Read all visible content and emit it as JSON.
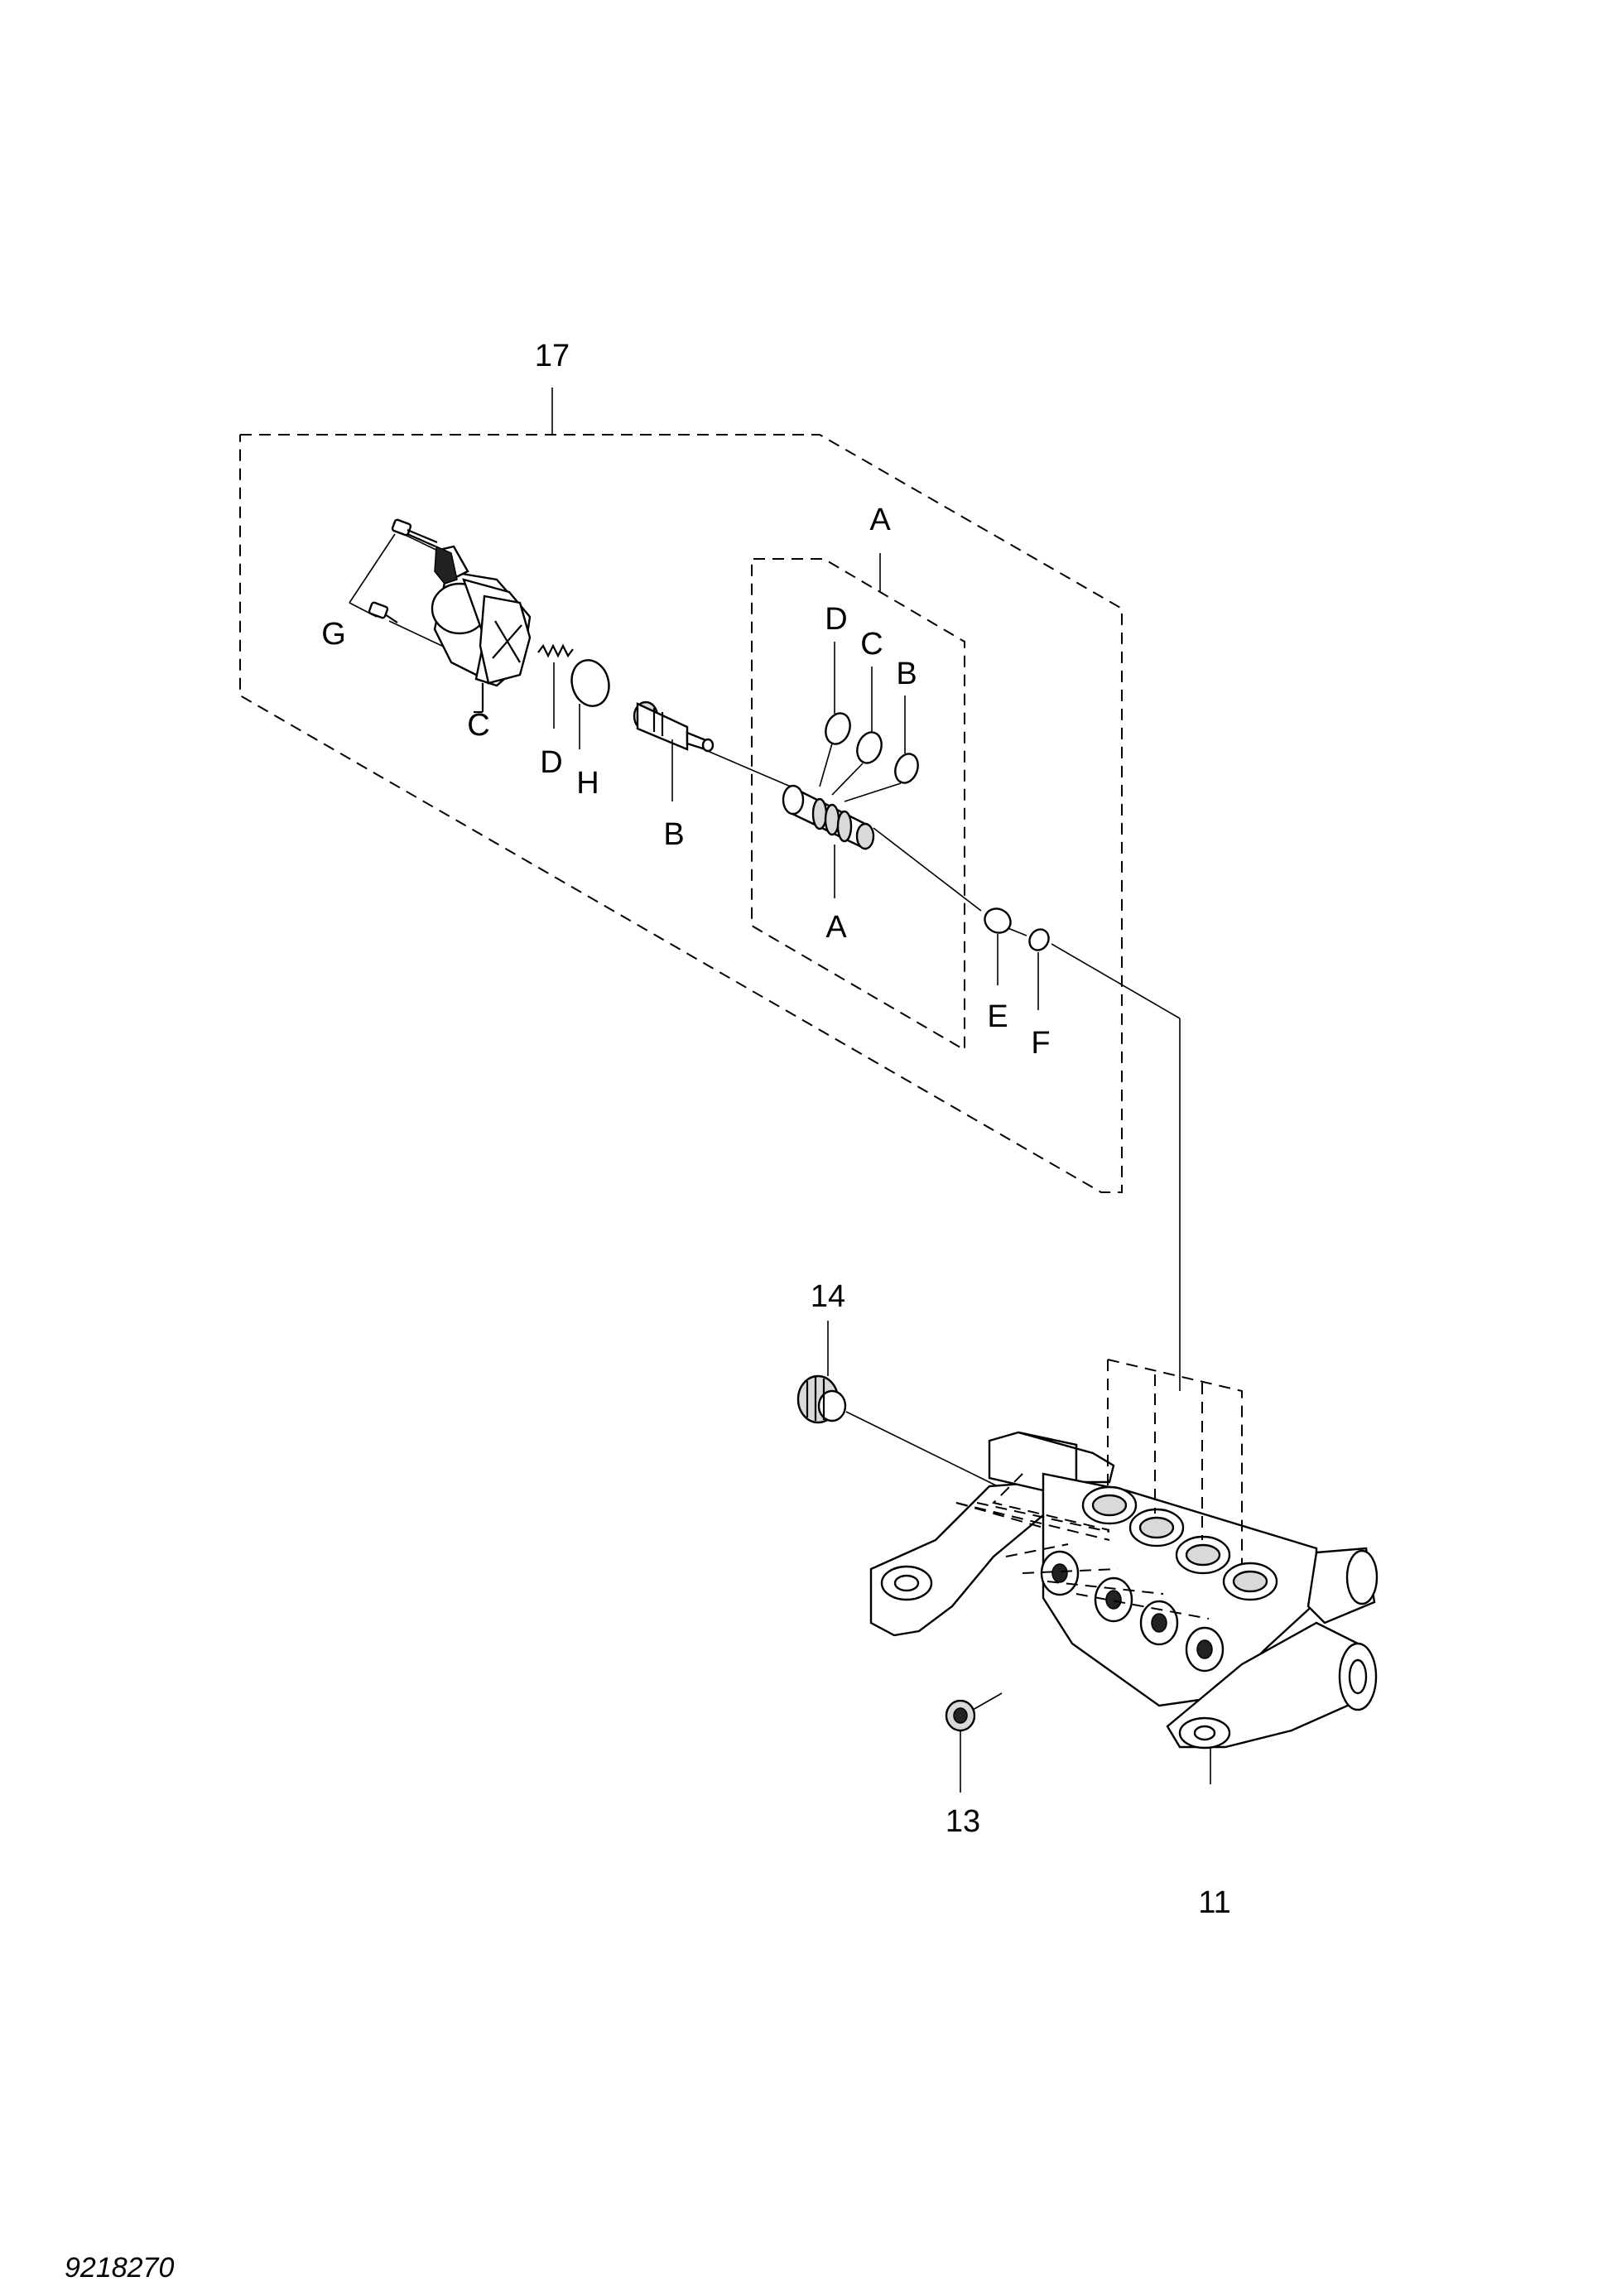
{
  "document_number": "9218270",
  "callouts": {
    "assembly_17": "17",
    "sub_A_top": "A",
    "sub_A_bottom": "A",
    "sub_B_ring": "B",
    "sub_B_spool": "B",
    "sub_C_ring": "C",
    "sub_C_solenoid": "C",
    "sub_D_ring": "D",
    "sub_D_spring": "D",
    "sub_E": "E",
    "sub_F": "F",
    "sub_G": "G",
    "sub_H": "H",
    "part_11": "11",
    "part_13": "13",
    "part_14": "14"
  }
}
